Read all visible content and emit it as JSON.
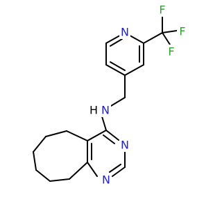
{
  "colors": {
    "background": "#ffffff",
    "bond": "#000000",
    "nitrogen": "#1f1fd0",
    "fluorine": "#2aa32a",
    "hydrogen": "#000000"
  },
  "atoms": {
    "n_pyridine": "N",
    "f1": "F",
    "f2": "F",
    "f3": "F",
    "n_amine": "N",
    "h_amine": "H",
    "n_pyrimidine_upper": "N",
    "n_pyrimidine_lower": "N"
  }
}
